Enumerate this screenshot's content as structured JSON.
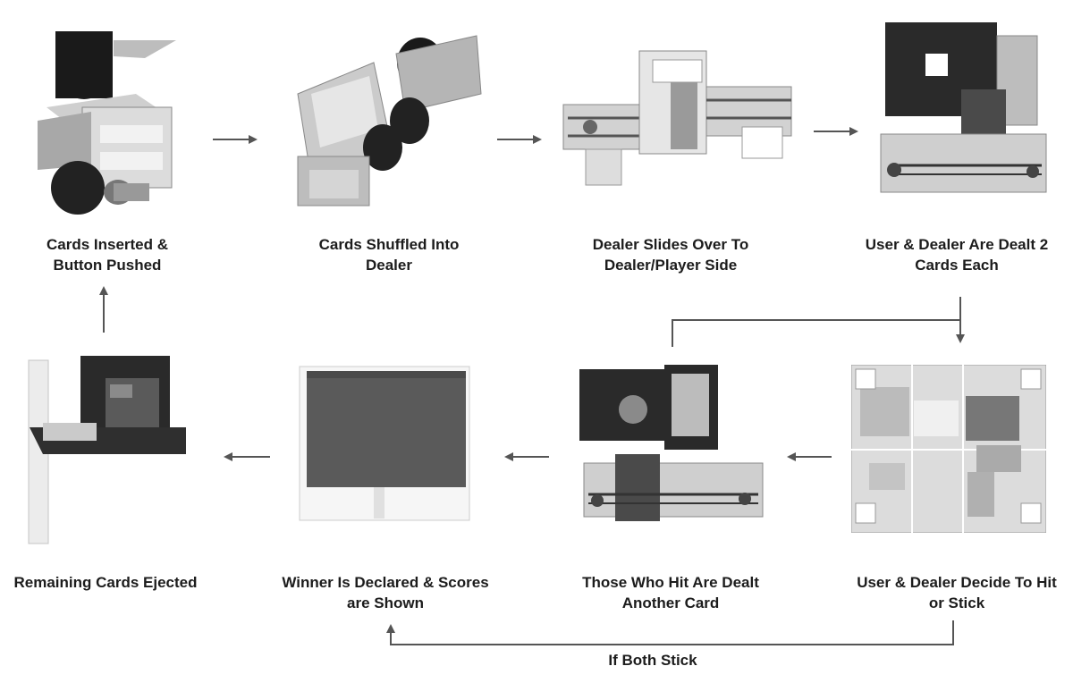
{
  "steps": [
    {
      "id": "s1",
      "caption": "Cards Inserted &\nButton Pushed"
    },
    {
      "id": "s2",
      "caption": "Cards Shuffled Into\nDealer"
    },
    {
      "id": "s3",
      "caption": "Dealer Slides Over To\nDealer/Player Side"
    },
    {
      "id": "s4",
      "caption": "User & Dealer Are Dealt 2\nCards Each"
    },
    {
      "id": "s5",
      "caption": "User & Dealer Decide To Hit\nor Stick"
    },
    {
      "id": "s6",
      "caption": "Those Who Hit Are Dealt\nAnother Card"
    },
    {
      "id": "s7",
      "caption": "Winner Is Declared & Scores\nare Shown"
    },
    {
      "id": "s8",
      "caption": "Remaining Cards Ejected"
    }
  ],
  "branch": {
    "label": "If Both Stick"
  },
  "colors": {
    "arrow": "#555555",
    "text": "#1c1c1c"
  }
}
